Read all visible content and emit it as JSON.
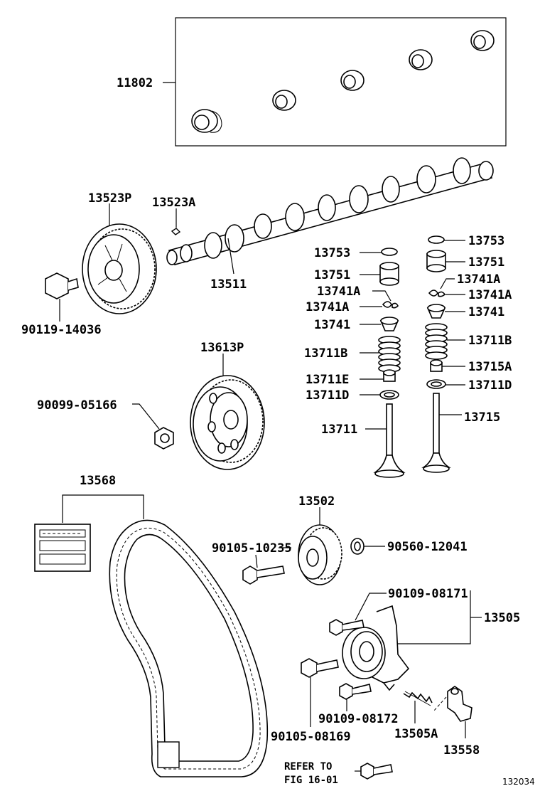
{
  "labels": {
    "p11802": "11802",
    "p13523P": "13523P",
    "p13523A": "13523A",
    "p13511": "13511",
    "p90119_14036": "90119-14036",
    "p13613P": "13613P",
    "p90099_05166": "90099-05166",
    "p13753_l": "13753",
    "p13751_l": "13751",
    "p13741A_l1": "13741A",
    "p13741A_l2": "13741A",
    "p13741_l": "13741",
    "p13711B_l": "13711B",
    "p13711E": "13711E",
    "p13711D_l": "13711D",
    "p13711": "13711",
    "p13753_r": "13753",
    "p13751_r": "13751",
    "p13741A_r1": "13741A",
    "p13741A_r2": "13741A",
    "p13741_r": "13741",
    "p13711B_r": "13711B",
    "p13715A": "13715A",
    "p13711D_r": "13711D",
    "p13715": "13715",
    "p13568": "13568",
    "p13502": "13502",
    "p90105_10235": "90105-10235",
    "p90560_12041": "90560-12041",
    "p90109_08171": "90109-08171",
    "p13505": "13505",
    "p90109_08172": "90109-08172",
    "p90105_08169": "90105-08169",
    "p13505A": "13505A",
    "p13558": "13558",
    "refer_line1": "REFER TO",
    "refer_line2": "FIG 16-01",
    "figure_number": "132034"
  }
}
